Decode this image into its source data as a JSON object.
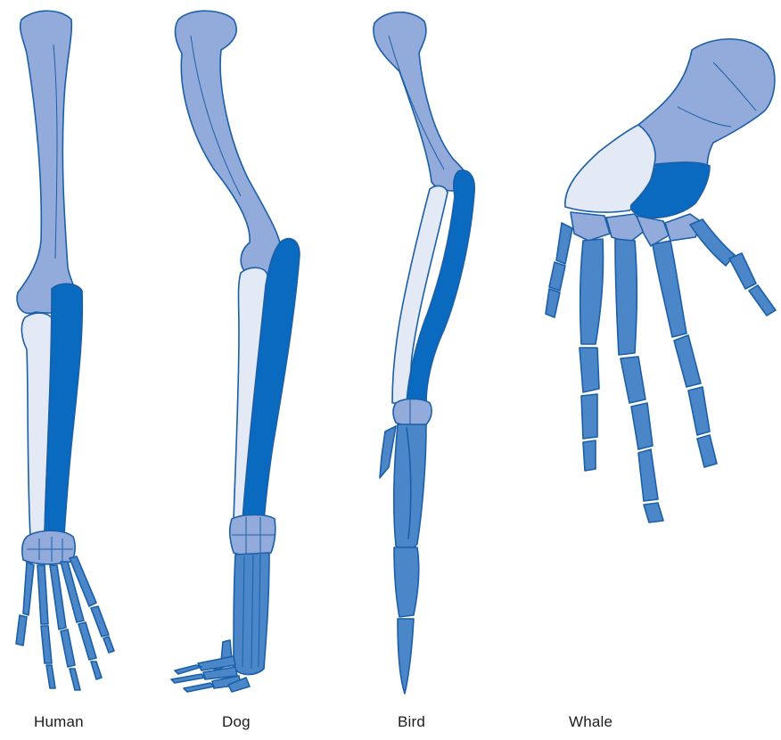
{
  "colors": {
    "humerus": "#93abdb",
    "ulna_radius_light": "#e3e9f5",
    "radius_dark": "#0a6abf",
    "carpals": "#93abdb",
    "digits": "#4a86c8",
    "outline": "#1a5fa8",
    "background": "#ffffff"
  },
  "limbs": [
    {
      "name": "Human",
      "icon": "human-arm-skeleton"
    },
    {
      "name": "Dog",
      "icon": "dog-foreleg-skeleton"
    },
    {
      "name": "Bird",
      "icon": "bird-wing-skeleton"
    },
    {
      "name": "Whale",
      "icon": "whale-flipper-skeleton"
    }
  ]
}
